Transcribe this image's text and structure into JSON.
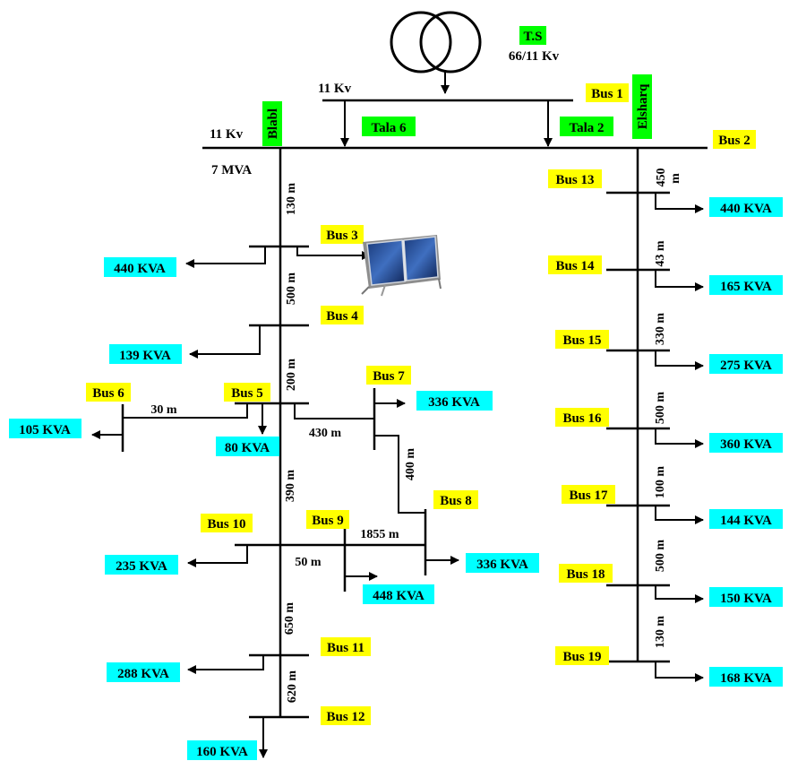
{
  "colors": {
    "bus_label": "#ffff00",
    "load_label": "#00ffff",
    "feeder_label": "#00ff00",
    "line": "#000000"
  },
  "header": {
    "ts_label": "T.S",
    "ts_rating": "66/11 Kv",
    "primary_voltage": "11 Kv",
    "main_voltage": "11 Kv",
    "capacity": "7 MVA"
  },
  "feeders": {
    "blabl": "Blabl",
    "tala6": "Tala 6",
    "tala2": "Tala 2",
    "elsharq": "Elsharq"
  },
  "buses": {
    "b1": "Bus 1",
    "b2": "Bus 2",
    "b3": "Bus 3",
    "b4": "Bus 4",
    "b5": "Bus 5",
    "b6": "Bus 6",
    "b7": "Bus 7",
    "b8": "Bus 8",
    "b9": "Bus 9",
    "b10": "Bus 10",
    "b11": "Bus 11",
    "b12": "Bus 12",
    "b13": "Bus 13",
    "b14": "Bus 14",
    "b15": "Bus 15",
    "b16": "Bus 16",
    "b17": "Bus 17",
    "b18": "Bus 18",
    "b19": "Bus 19"
  },
  "loads": {
    "b3": "440 KVA",
    "b4": "139 KVA",
    "b5": "80 KVA",
    "b6": "105 KVA",
    "b7": "336 KVA",
    "b8": "336 KVA",
    "b9": "448 KVA",
    "b10": "235 KVA",
    "b11": "288 KVA",
    "b12": "160 KVA",
    "b13": "440 KVA",
    "b14": "165 KVA",
    "b15": "275 KVA",
    "b16": "360 KVA",
    "b17": "144 KVA",
    "b18": "150 KVA",
    "b19": "168 KVA"
  },
  "lengths": {
    "l130a": "130 m",
    "l500a": "500 m",
    "l200": "200 m",
    "l30": "30 m",
    "l430": "430 m",
    "l400": "400 m",
    "l390": "390 m",
    "l1855": "1855 m",
    "l50": "50 m",
    "l650": "650 m",
    "l620": "620 m",
    "l450": "450",
    "l450u": "m",
    "l43": "43 m",
    "l330": "330 m",
    "l500b": "500 m",
    "l100": "100 m",
    "l500c": "500 m",
    "l130b": "130 m"
  },
  "icons": {
    "transformer": "transformer-icon",
    "solar": "solar-panel-icon"
  }
}
